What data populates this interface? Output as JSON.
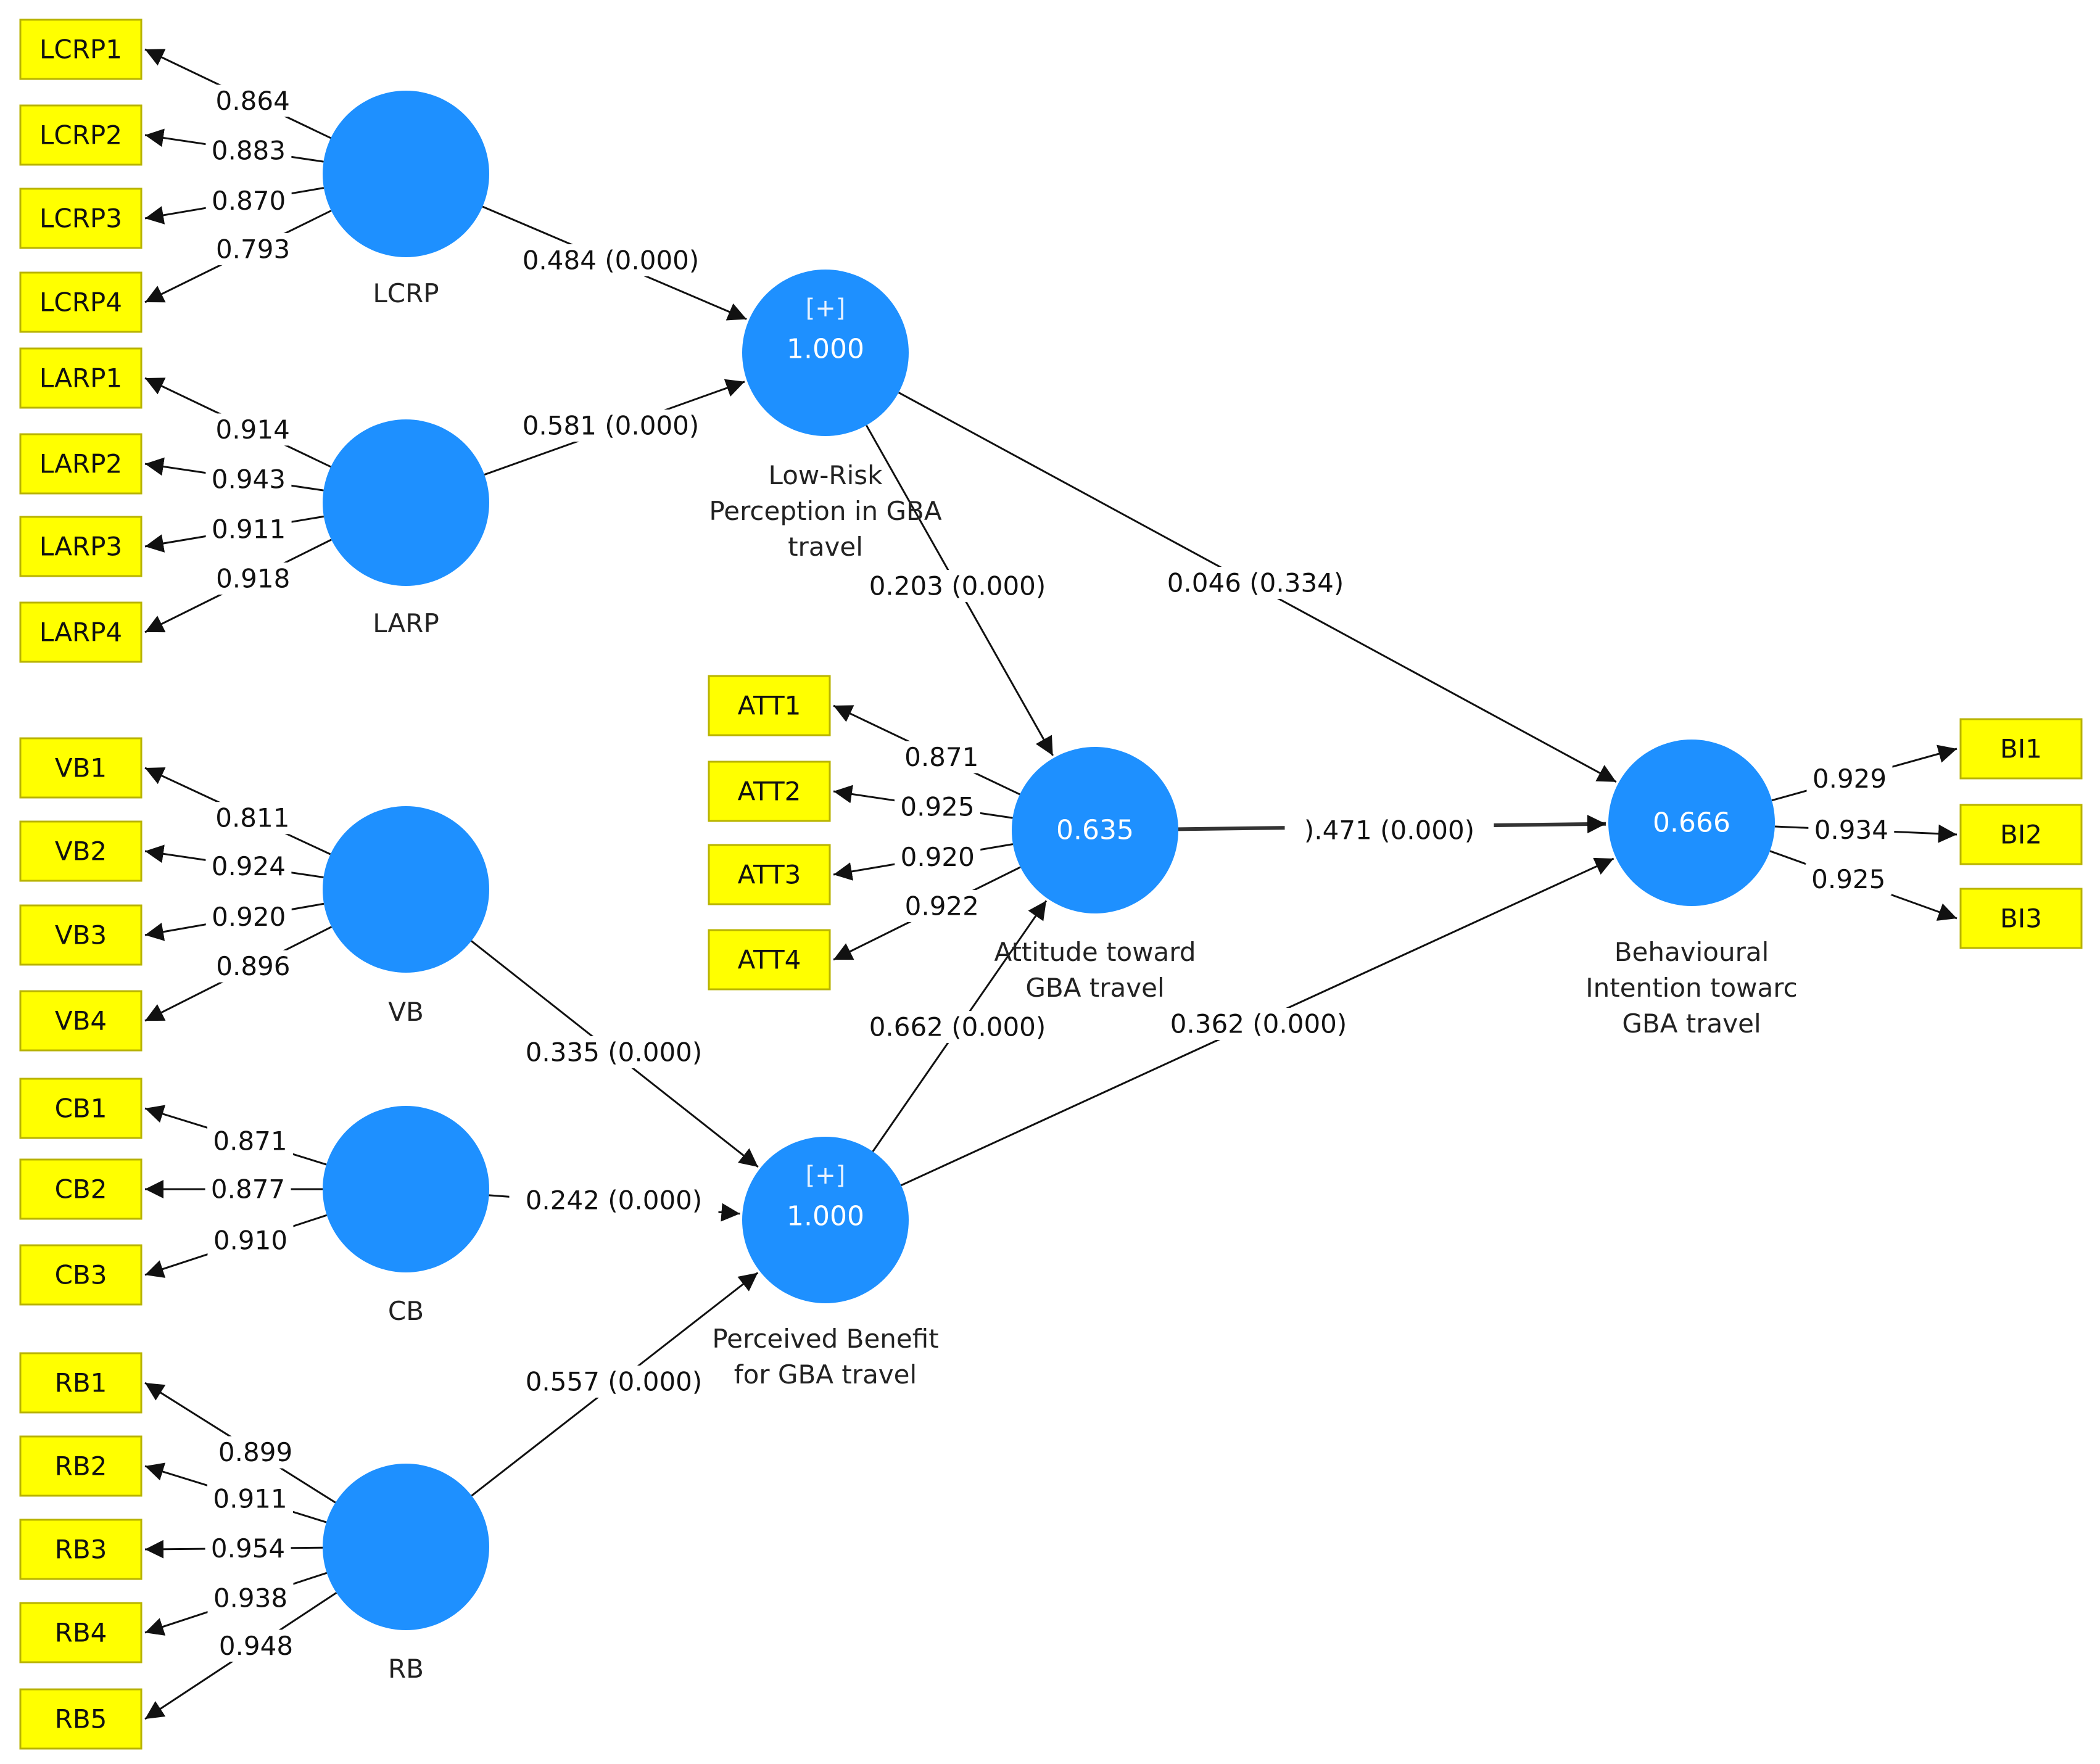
{
  "constructs": {
    "LCRP": {
      "name": [
        "LCRP"
      ],
      "value": "",
      "tag": ""
    },
    "LARP": {
      "name": [
        "LARP"
      ],
      "value": "",
      "tag": ""
    },
    "VB": {
      "name": [
        "VB"
      ],
      "value": "",
      "tag": ""
    },
    "CB": {
      "name": [
        "CB"
      ],
      "value": "",
      "tag": ""
    },
    "RB": {
      "name": [
        "RB"
      ],
      "value": "",
      "tag": ""
    },
    "LRP": {
      "name": [
        "Low-Risk",
        "Perception in GBA",
        "travel"
      ],
      "value": "1.000",
      "tag": "[+]"
    },
    "PB": {
      "name": [
        "Perceived Benefit",
        "for GBA travel"
      ],
      "value": "1.000",
      "tag": "[+]"
    },
    "ATT": {
      "name": [
        "Attitude toward",
        "GBA travel"
      ],
      "value": "0.635",
      "tag": ""
    },
    "BI": {
      "name": [
        "Behavioural",
        "Intention towarc",
        "GBA travel"
      ],
      "value": "0.666",
      "tag": ""
    }
  },
  "indicators": {
    "LCRP1": "LCRP1",
    "LCRP2": "LCRP2",
    "LCRP3": "LCRP3",
    "LCRP4": "LCRP4",
    "LARP1": "LARP1",
    "LARP2": "LARP2",
    "LARP3": "LARP3",
    "LARP4": "LARP4",
    "VB1": "VB1",
    "VB2": "VB2",
    "VB3": "VB3",
    "VB4": "VB4",
    "CB1": "CB1",
    "CB2": "CB2",
    "CB3": "CB3",
    "RB1": "RB1",
    "RB2": "RB2",
    "RB3": "RB3",
    "RB4": "RB4",
    "RB5": "RB5",
    "ATT1": "ATT1",
    "ATT2": "ATT2",
    "ATT3": "ATT3",
    "ATT4": "ATT4",
    "BI1": "BI1",
    "BI2": "BI2",
    "BI3": "BI3"
  },
  "loadings": [
    {
      "construct": "LCRP",
      "indicator": "LCRP1",
      "value": "0.864"
    },
    {
      "construct": "LCRP",
      "indicator": "LCRP2",
      "value": "0.883"
    },
    {
      "construct": "LCRP",
      "indicator": "LCRP3",
      "value": "0.870"
    },
    {
      "construct": "LCRP",
      "indicator": "LCRP4",
      "value": "0.793"
    },
    {
      "construct": "LARP",
      "indicator": "LARP1",
      "value": "0.914"
    },
    {
      "construct": "LARP",
      "indicator": "LARP2",
      "value": "0.943"
    },
    {
      "construct": "LARP",
      "indicator": "LARP3",
      "value": "0.911"
    },
    {
      "construct": "LARP",
      "indicator": "LARP4",
      "value": "0.918"
    },
    {
      "construct": "VB",
      "indicator": "VB1",
      "value": "0.811"
    },
    {
      "construct": "VB",
      "indicator": "VB2",
      "value": "0.924"
    },
    {
      "construct": "VB",
      "indicator": "VB3",
      "value": "0.920"
    },
    {
      "construct": "VB",
      "indicator": "VB4",
      "value": "0.896"
    },
    {
      "construct": "CB",
      "indicator": "CB1",
      "value": "0.871"
    },
    {
      "construct": "CB",
      "indicator": "CB2",
      "value": "0.877"
    },
    {
      "construct": "CB",
      "indicator": "CB3",
      "value": "0.910"
    },
    {
      "construct": "RB",
      "indicator": "RB1",
      "value": "0.899"
    },
    {
      "construct": "RB",
      "indicator": "RB2",
      "value": "0.911"
    },
    {
      "construct": "RB",
      "indicator": "RB3",
      "value": "0.954"
    },
    {
      "construct": "RB",
      "indicator": "RB4",
      "value": "0.938"
    },
    {
      "construct": "RB",
      "indicator": "RB5",
      "value": "0.948"
    },
    {
      "construct": "ATT",
      "indicator": "ATT1",
      "value": "0.871"
    },
    {
      "construct": "ATT",
      "indicator": "ATT2",
      "value": "0.925"
    },
    {
      "construct": "ATT",
      "indicator": "ATT3",
      "value": "0.920"
    },
    {
      "construct": "ATT",
      "indicator": "ATT4",
      "value": "0.922"
    },
    {
      "construct": "BI",
      "indicator": "BI1",
      "value": "0.929"
    },
    {
      "construct": "BI",
      "indicator": "BI2",
      "value": "0.934"
    },
    {
      "construct": "BI",
      "indicator": "BI3",
      "value": "0.925"
    }
  ],
  "paths": [
    {
      "from": "LCRP",
      "to": "LRP",
      "label": "0.484 (0.000)"
    },
    {
      "from": "LARP",
      "to": "LRP",
      "label": "0.581 (0.000)"
    },
    {
      "from": "LRP",
      "to": "ATT",
      "label": "0.203 (0.000)"
    },
    {
      "from": "LRP",
      "to": "BI",
      "label": "0.046 (0.334)"
    },
    {
      "from": "ATT",
      "to": "BI",
      "label": ").471 (0.000)"
    },
    {
      "from": "VB",
      "to": "PB",
      "label": "0.335 (0.000)"
    },
    {
      "from": "CB",
      "to": "PB",
      "label": "0.242 (0.000)"
    },
    {
      "from": "RB",
      "to": "PB",
      "label": "0.557 (0.000)"
    },
    {
      "from": "PB",
      "to": "ATT",
      "label": "0.662 (0.000)"
    },
    {
      "from": "PB",
      "to": "BI",
      "label": "0.362 (0.000)"
    }
  ],
  "colors": {
    "construct": "#1e90ff",
    "indicator": "#ffff00",
    "line": "#111111"
  }
}
